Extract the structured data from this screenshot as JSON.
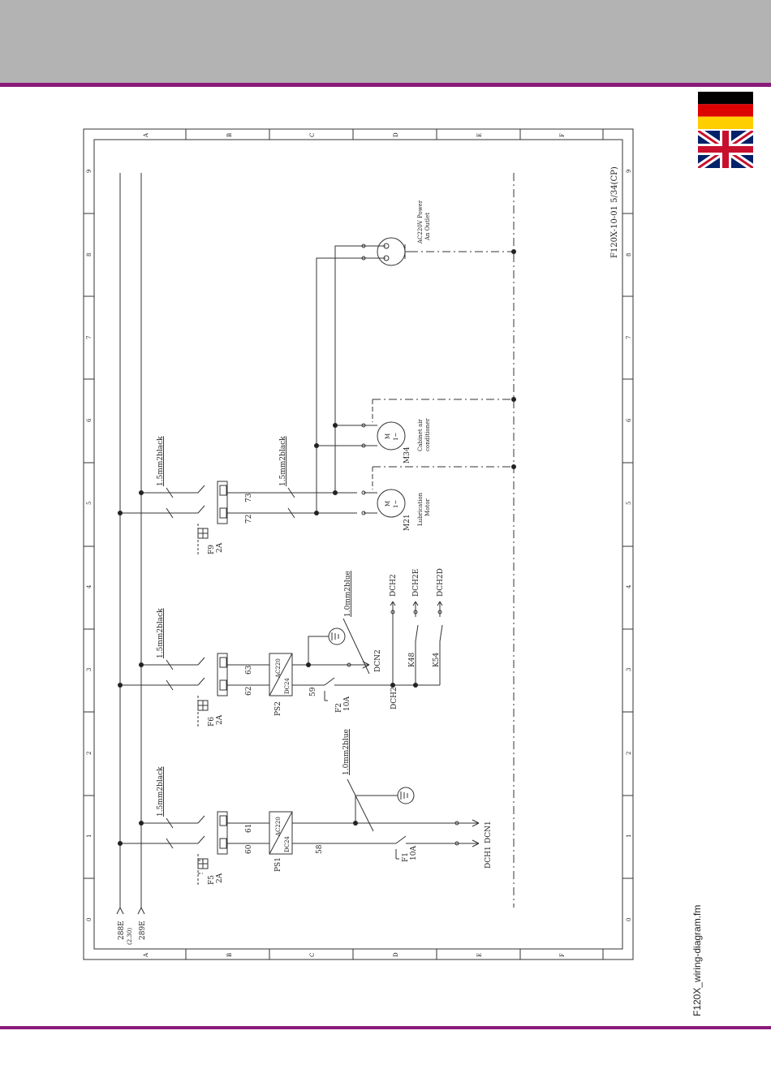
{
  "document": {
    "filename": "F120X_wiring-diagram.fm"
  },
  "languages": [
    {
      "code": "de",
      "icon": "german-flag-icon",
      "colors": [
        "#000000",
        "#dd0000",
        "#ffce00"
      ]
    },
    {
      "code": "en",
      "icon": "uk-flag-icon",
      "colors": [
        "#012169",
        "#ffffff",
        "#c8102e"
      ]
    }
  ],
  "brand": {
    "band_color": "#b3b3b3",
    "rule_color": "#8a1a7a"
  },
  "diagram": {
    "drawing_number": "F120X-10-01 5/34(CP)",
    "row_labels": [
      "A",
      "B",
      "C",
      "D",
      "E",
      "F"
    ],
    "column_labels": [
      "0",
      "1",
      "2",
      "3",
      "4",
      "5",
      "6",
      "7",
      "8",
      "9"
    ],
    "input": {
      "wire_a": "288E",
      "wire_b": "289E",
      "ref": "(2.30)"
    },
    "circuit_1": {
      "fuse": "F5",
      "fuse_rating": "2A",
      "wire_in_a": "60",
      "wire_in_b": "61",
      "psu": "PS1",
      "psu_in": "AC220",
      "psu_out": "DC24",
      "wire_out": "58",
      "cable": "1.5mm2black",
      "ground_cable": "1.0mm2blue",
      "breaker": "F1",
      "breaker_rating": "10A",
      "out_a": "DCH1",
      "out_b": "DCN1"
    },
    "circuit_2": {
      "fuse": "F6",
      "fuse_rating": "2A",
      "wire_in_a": "62",
      "wire_in_b": "63",
      "psu": "PS2",
      "psu_in": "AC220",
      "psu_out": "DC24",
      "wire_out": "59",
      "cable": "1.5mm2black",
      "ground_cable": "1.0mm2blue",
      "breaker": "F2",
      "breaker_rating": "10A",
      "node_label": "DCN2",
      "bus_label": "DCH2",
      "relay_a": "K48",
      "relay_b": "K54",
      "out_1": "DCH2",
      "out_2": "DCH2E",
      "out_3": "DCH2D"
    },
    "circuit_3": {
      "fuse": "F9",
      "fuse_rating": "2A",
      "wire_a": "72",
      "wire_b": "73",
      "cable_1": "1.5mm2black",
      "cable_2": "1.5mm2black",
      "motor_1_tag": "M21",
      "motor_1_desc_1": "Lubrication",
      "motor_1_desc_2": "Motor",
      "motor_2_tag": "M34",
      "motor_2_desc_1": "Cabinet air",
      "motor_2_desc_2": "conditioner",
      "motor_symbol_m": "M",
      "motor_symbol_phase": "1~",
      "outlet_desc_1": "AC220V Power",
      "outlet_desc_2": "An Outlet"
    }
  }
}
